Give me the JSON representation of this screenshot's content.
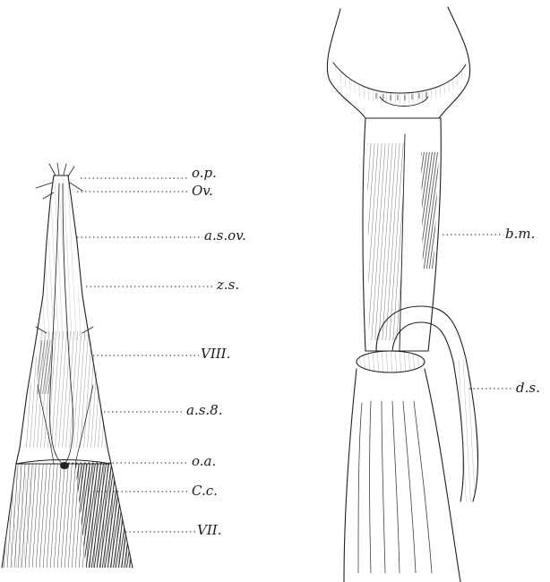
{
  "figure_left": {
    "labels": {
      "op": "o.p.",
      "ov": "Ov.",
      "asov": "a.s.ov.",
      "zs": "z.s.",
      "viii": "VIII.",
      "as8": "a.s.8.",
      "oa": "o.a.",
      "cc": "C.c.",
      "vii": "VII."
    }
  },
  "figure_right": {
    "labels": {
      "bm": "b.m.",
      "ds": "d.s."
    }
  }
}
